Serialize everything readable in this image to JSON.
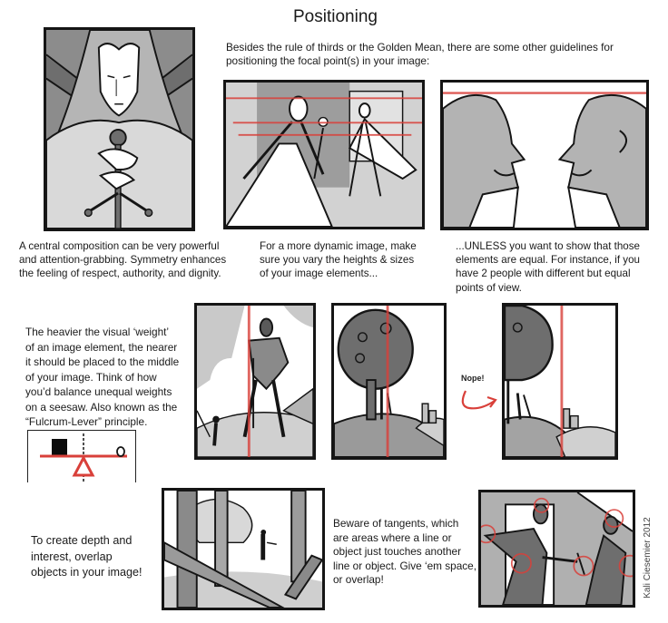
{
  "page": {
    "title": "Positioning",
    "intro": "Besides the rule of thirds or the Golden Mean, there are some other guidelines for\npositioning the focal point(s) in your image:"
  },
  "colors": {
    "guide_line": "#d9403a",
    "ink": "#151515",
    "mid_gray": "#8a8a8a",
    "light_gray": "#c4c4c4",
    "dark_gray": "#5e5e5e"
  },
  "captions": {
    "central": "A central composition can be very powerful\nand attention-grabbing. Symmetry enhances\n the feeling of respect, authority, and dignity.",
    "dynamic": "For a more dynamic image, make\nsure you vary the heights & sizes\nof your image elements...",
    "unless": "...UNLESS you want to show that those\nelements are equal. For instance, if you\nhave 2  people with different but equal\npoints of view.",
    "weight": "The heavier the visual ‘weight’\nof an image element, the nearer\nit should be placed to the middle\nof your image. Think of how\nyou’d balance unequal weights\non a seesaw. Also known as the\n“Fulcrum-Lever” principle.",
    "overlap": "To create depth and\ninterest, overlap\nobjects in your image!",
    "tangents": "Beware of tangents, which\nare areas where a line or\nobject just touches another\nline or object. Give ‘em space,\nor overlap!"
  },
  "annotations": {
    "nope": "Nope!",
    "credit": "Kali Ciesemier 2012"
  },
  "panels": [
    {
      "id": "central-figure",
      "description": "symmetrical robed figure holding a sword"
    },
    {
      "id": "walking-figures",
      "description": "figures of varied heights with horizontal red guides"
    },
    {
      "id": "two-profiles",
      "description": "two facing heads at equal height with red guide"
    },
    {
      "id": "giant-and-child",
      "description": "large figure near center, small figure at edge"
    },
    {
      "id": "tree-centered",
      "description": "tree placed near center line"
    },
    {
      "id": "tree-edge",
      "description": "tree placed at the edge (incorrect)"
    },
    {
      "id": "forest-overlap",
      "description": "overlapping trees in a forest"
    },
    {
      "id": "tangents",
      "description": "two figures with tangent points circled in red"
    }
  ],
  "seesaw": {
    "description": "heavy block near fulcrum, light weight far from fulcrum"
  }
}
